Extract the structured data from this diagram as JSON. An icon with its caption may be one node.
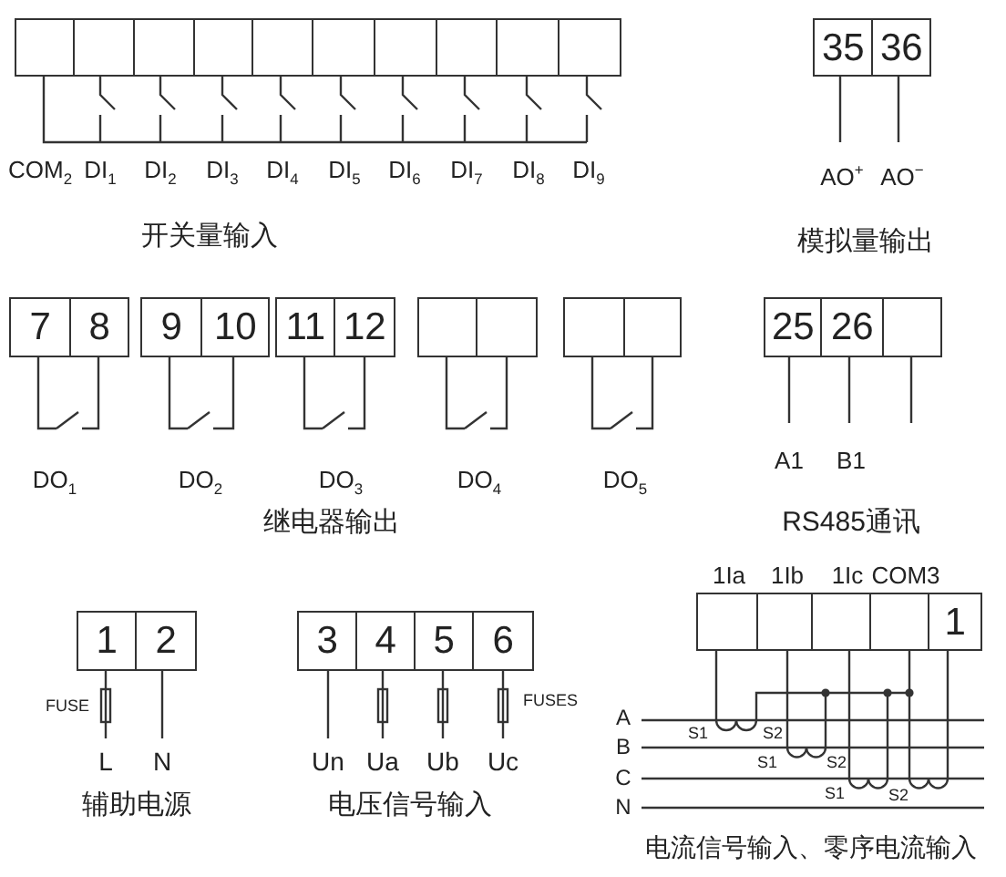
{
  "diagram": {
    "nodes": [
      {
        "text": [],
        "shape": "box"
      },
      {
        "text": [],
        "shape": "box"
      },
      {
        "text": [],
        "shape": "box"
      },
      {
        "text": [],
        "shape": "box"
      },
      {
        "text": [],
        "shape": "box"
      },
      {
        "text": [],
        "shape": "box"
      },
      {
        "text": [],
        "shape": "box"
      },
      {
        "text": [],
        "shape": "box"
      },
      {
        "text": [],
        "shape": "box"
      },
      {
        "text": [],
        "shape": "box"
      },
      {
        "text": [
          "35"
        ]
      },
      {
        "text": [
          "36"
        ]
      },
      {
        "text": [
          "7"
        ]
      },
      {
        "text": [
          "8"
        ]
      },
      {
        "text": [
          "9"
        ]
      },
      {
        "text": [
          "10"
        ]
      },
      {
        "text": [
          "11"
        ]
      },
      {
        "text": [
          "12"
        ]
      },
      {
        "text": [],
        "shape": "box"
      },
      {
        "text": [],
        "shape": "box"
      },
      {
        "text": [],
        "shape": "box"
      },
      {
        "text": [],
        "shape": "box"
      },
      {
        "text": [
          "25"
        ]
      },
      {
        "text": [
          "26"
        ]
      },
      {
        "text": [],
        "shape": "box"
      },
      {
        "text": [
          "1"
        ]
      },
      {
        "text": [
          "2"
        ]
      },
      {
        "text": [
          "3"
        ]
      },
      {
        "text": [
          "4"
        ]
      },
      {
        "text": [
          "5"
        ]
      },
      {
        "text": [
          "6"
        ]
      },
      {
        "text": [],
        "shape": "box"
      },
      {
        "text": [],
        "shape": "box"
      },
      {
        "text": [],
        "shape": "box"
      },
      {
        "text": [],
        "shape": "box"
      },
      {
        "text": [
          "1"
        ]
      }
    ],
    "labels": [
      "COM$_{2}$",
      "DI$_{1}$",
      "DI$_{2}$",
      "DI$_{3}$",
      "DI$_{4}$",
      "DI$_{5}$",
      "DI$_{6}$",
      "DI$_{7}$",
      "DI$_{8}$",
      "DI$_{9}$",
      "AO$^{+}$",
      "AO$^{−}$",
      "开关量输入",
      "模拟量输出",
      "DO$_{1}$",
      "DO$_{2}$",
      "DO$_{3}$",
      "DO$_{4}$",
      "DO$_{5}$",
      "A1",
      "B1",
      "继电器输出",
      "RS485通讯",
      "FUSE",
      "FUSES",
      "L",
      "N",
      "Un",
      "Ua",
      "Ub",
      "Uc",
      "辅助电源",
      "电压信号输入",
      "1Ia",
      "1Ib",
      "1Ic",
      "COM3",
      "A",
      "B",
      "C",
      "N",
      "S1",
      "S2",
      "S1",
      "S2",
      "S1",
      "S2",
      "电流信号输入、零序电流输入"
    ]
  }
}
